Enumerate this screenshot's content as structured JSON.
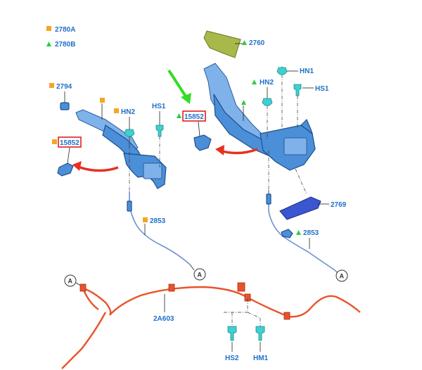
{
  "legend": [
    {
      "marker": "square",
      "color": "#f5a623",
      "label": "2780A"
    },
    {
      "marker": "triangle",
      "color": "#2ecc40",
      "label": "2780B"
    }
  ],
  "callouts": {
    "c2760": "2760",
    "c2794": "2794",
    "c15852_left": "15852",
    "c15852_right": "15852",
    "hn1": "HN1",
    "hn2_left": "HN2",
    "hn2_right": "HN2",
    "hs1_left": "HS1",
    "hs1_right": "HS1",
    "c2769": "2769",
    "c2853_left": "2853",
    "c2853_right": "2853",
    "c2a603": "2A603",
    "hs2": "HS2",
    "hm1": "HM1",
    "ref_a1": "A",
    "ref_a2": "A",
    "ref_a3": "A"
  },
  "colors": {
    "label_blue": "#1f6fc8",
    "marker_orange": "#f5a623",
    "marker_green": "#2ecc40",
    "highlight_red": "#e02020",
    "arrow_red": "#e8301f",
    "arrow_green": "#33dd22",
    "cable_red": "#e8542a",
    "part_blue": "#4a8fd8",
    "cover_green": "#a8b84a"
  }
}
